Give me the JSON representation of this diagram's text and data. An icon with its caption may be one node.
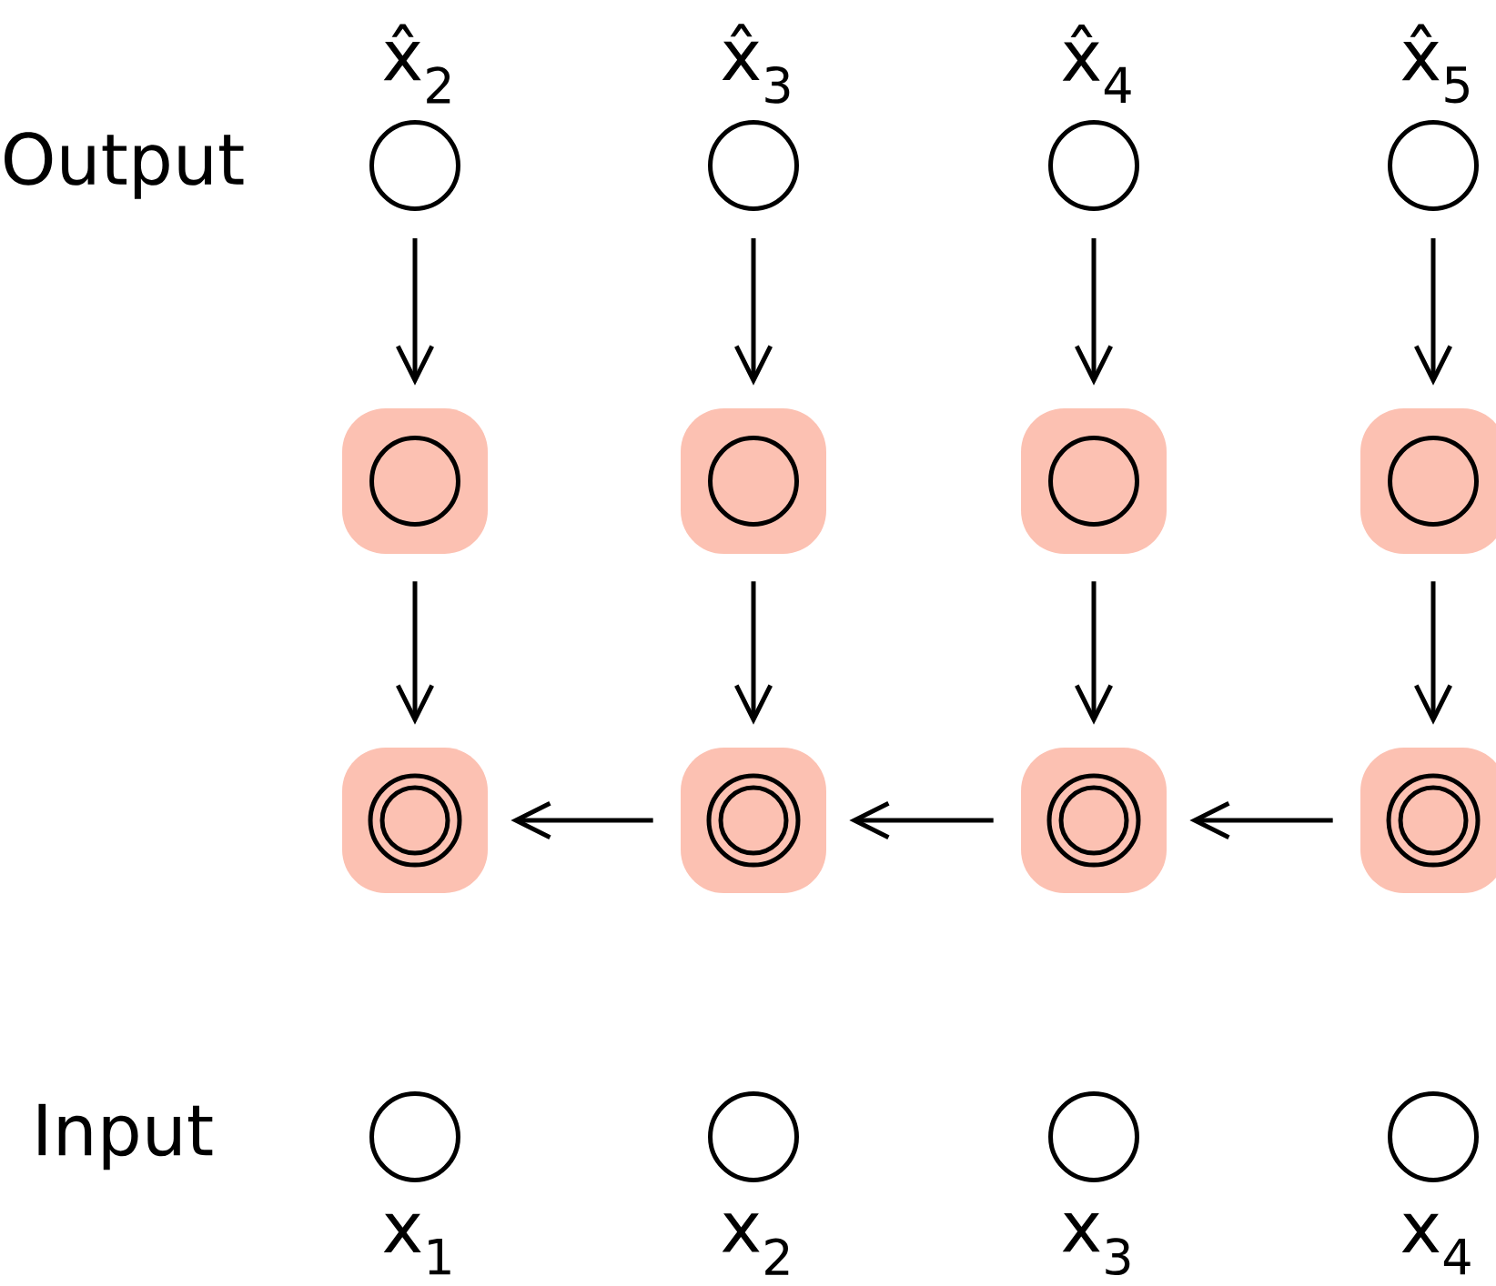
{
  "diagram": {
    "nodes": [
      {
        "text": [],
        "shape": "circle",
        "beside": [
          "x̂$_{2}$"
        ]
      },
      {
        "text": [],
        "shape": "circle",
        "beside": [
          "x̂$_{3}$"
        ]
      },
      {
        "text": [],
        "shape": "circle",
        "beside": [
          "x̂$_{4}$"
        ]
      },
      {
        "text": [],
        "shape": "circle",
        "beside": [
          "x̂$_{5}$"
        ]
      },
      {
        "text": [],
        "shape": "box"
      },
      {
        "text": [],
        "shape": "box"
      },
      {
        "text": [],
        "shape": "box"
      },
      {
        "text": [],
        "shape": "box"
      },
      {
        "text": [],
        "shape": "circle",
        "in": 4
      },
      {
        "text": [],
        "shape": "circle",
        "in": 5
      },
      {
        "text": [],
        "shape": "circle",
        "in": 6
      },
      {
        "text": [],
        "shape": "circle",
        "in": 7
      },
      {
        "text": [],
        "shape": "box"
      },
      {
        "text": [],
        "shape": "box"
      },
      {
        "text": [],
        "shape": "box"
      },
      {
        "text": [],
        "shape": "box"
      },
      {
        "text": [],
        "shape": "circle",
        "in": 12
      },
      {
        "text": [],
        "shape": "circle",
        "in": 13
      },
      {
        "text": [],
        "shape": "circle",
        "in": 14
      },
      {
        "text": [],
        "shape": "circle",
        "in": 15
      },
      {
        "text": [],
        "shape": "circle",
        "beside": [
          "x$_{1}$"
        ]
      },
      {
        "text": [],
        "shape": "circle",
        "beside": [
          "x$_{2}$"
        ]
      },
      {
        "text": [],
        "shape": "circle",
        "beside": [
          "x$_{3}$"
        ]
      },
      {
        "text": [],
        "shape": "circle",
        "beside": [
          "x$_{4}$"
        ]
      }
    ],
    "edges": [
      {
        "from": 0,
        "to": 4,
        "arrow": "to"
      },
      {
        "from": 1,
        "to": 5,
        "arrow": "to"
      },
      {
        "from": 2,
        "to": 6,
        "arrow": "to"
      },
      {
        "from": 3,
        "to": 7,
        "arrow": "to"
      },
      {
        "from": 4,
        "to": 12,
        "arrow": "to"
      },
      {
        "from": 5,
        "to": 13,
        "arrow": "to"
      },
      {
        "from": 6,
        "to": 14,
        "arrow": "to"
      },
      {
        "from": 7,
        "to": 15,
        "arrow": "to"
      },
      {
        "from": 15,
        "to": 14,
        "arrow": "to"
      },
      {
        "from": 14,
        "to": 13,
        "arrow": "to"
      },
      {
        "from": 13,
        "to": 12,
        "arrow": "to"
      }
    ],
    "labels": [
      "Output",
      "Input"
    ]
  }
}
